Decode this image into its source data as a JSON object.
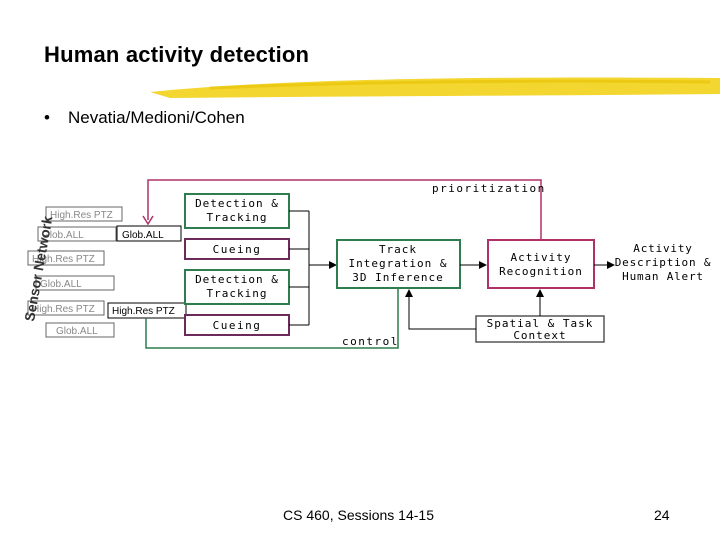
{
  "slide": {
    "title": "Human activity detection",
    "bullet": "Nevatia/Medioni/Cohen",
    "footer_center": "CS 460,  Sessions 14-15",
    "page_number": "24"
  },
  "diagram": {
    "sensor_network_label": "Sensor Network",
    "camera_labels": [
      "High.Res PTZ",
      "Glob.ALL",
      "High.Res PTZ",
      "Glob.ALL",
      "High.Res PTZ",
      "Glob.ALL"
    ],
    "glob_all_side": "Glob.ALL",
    "high_res_side": "High.Res PTZ",
    "detection_tracking_1": [
      "Detection &",
      "Tracking"
    ],
    "cueing_1": "Cueing",
    "detection_tracking_2": [
      "Detection &",
      "Tracking"
    ],
    "cueing_2": "Cueing",
    "track_integration": [
      "Track",
      "Integration &",
      "3D Inference"
    ],
    "activity_recognition": [
      "Activity",
      "Recognition"
    ],
    "activity_description": [
      "Activity",
      "Description &",
      "Human Alert"
    ],
    "spatial_task_context": [
      "Spatial & Task",
      "Context"
    ],
    "prioritization": "prioritization",
    "control": "control"
  },
  "colors": {
    "green": "#2e7d4f",
    "purple": "#6b2a5a",
    "crimson": "#b0306a",
    "highlighter": "#f2d21a"
  }
}
